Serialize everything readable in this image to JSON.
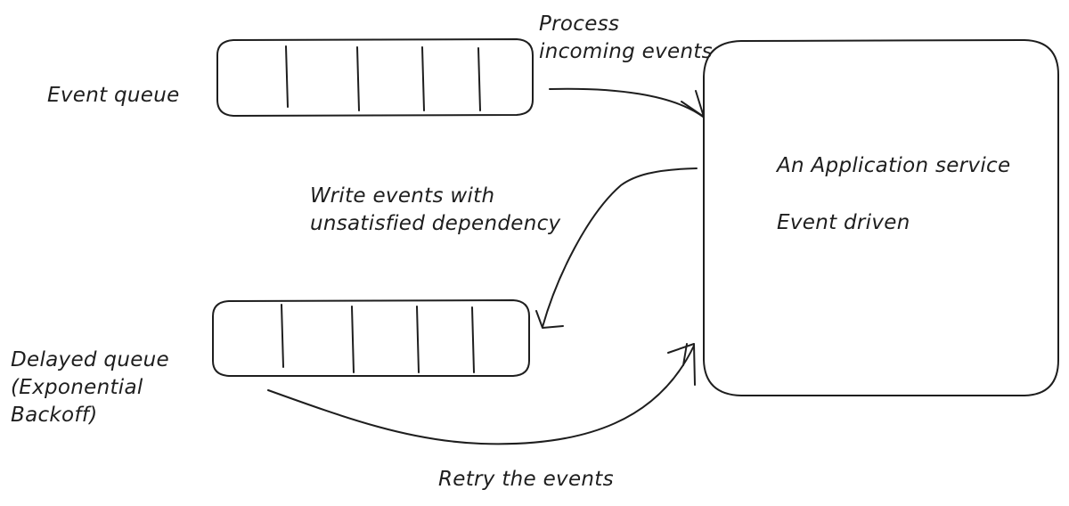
{
  "diagram": {
    "event_queue": {
      "label": "Event queue",
      "slot_count": 5
    },
    "delayed_queue": {
      "label_lines": [
        "Delayed queue",
        "(Exponential",
        "Backoff)"
      ],
      "slot_count": 5
    },
    "service": {
      "title": "An Application service",
      "subtitle": "Event driven"
    },
    "edges": {
      "process": {
        "label_lines": [
          "Process",
          "incoming events"
        ],
        "from": "event_queue",
        "to": "service"
      },
      "write_unsatisfied": {
        "label_lines": [
          "Write events with",
          "unsatisfied dependency"
        ],
        "from": "service",
        "to": "delayed_queue"
      },
      "retry": {
        "label": "Retry the events",
        "from": "delayed_queue",
        "to": "service"
      }
    },
    "style": {
      "stroke_color": "#1e1e1e",
      "background": "#ffffff"
    }
  }
}
